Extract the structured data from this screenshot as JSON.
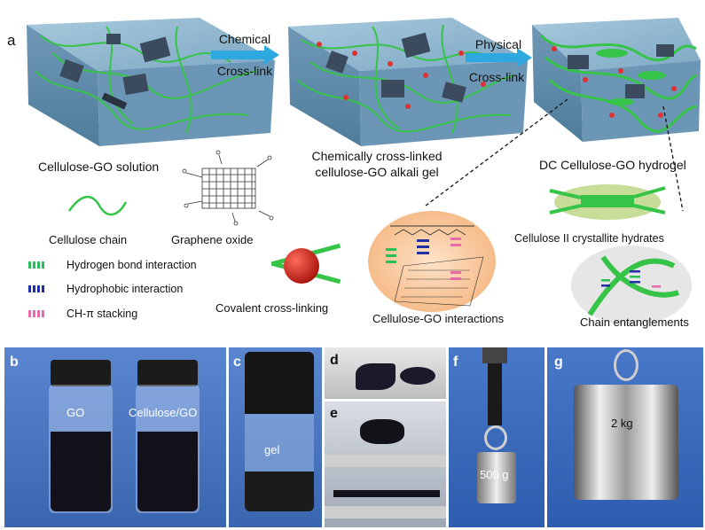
{
  "panel_a": {
    "letter": "a",
    "arrow1": {
      "line1": "Chemical",
      "line2": "Cross-link"
    },
    "arrow2": {
      "line1": "Physical",
      "line2": "Cross-link"
    },
    "block1_caption": "Cellulose-GO solution",
    "block2_caption_line1": "Chemically cross-linked",
    "block2_caption_line2": "cellulose-GO alkali gel",
    "block3_caption": "DC Cellulose-GO hydrogel",
    "cellulose_chain": "Cellulose chain",
    "graphene_oxide": "Graphene oxide",
    "covalent": "Covalent cross-linking",
    "interactions": "Cellulose-GO interactions",
    "crystallite": "Cellulose II crystallite hydrates",
    "entanglements": "Chain entanglements",
    "legend": [
      {
        "label": "Hydrogen bond interaction",
        "color": "#2bbf5a"
      },
      {
        "label": "Hydrophobic interaction",
        "color": "#1f2fa8"
      },
      {
        "label": "CH-π stacking",
        "color": "#e86aa8"
      }
    ]
  },
  "photos": {
    "b": {
      "letter": "b",
      "vial1": "GO",
      "vial2": "Cellulose/GO"
    },
    "c": {
      "letter": "c",
      "text": "gel"
    },
    "d": {
      "letter": "d"
    },
    "e": {
      "letter": "e"
    },
    "f": {
      "letter": "f",
      "weight": "500 g"
    },
    "g": {
      "letter": "g",
      "weight": "2 kg"
    }
  },
  "colors": {
    "gel_block": "#8fb7cf",
    "chain": "#35c448",
    "arrow": "#2ea9df",
    "photo_bg": "#4a78c8"
  }
}
